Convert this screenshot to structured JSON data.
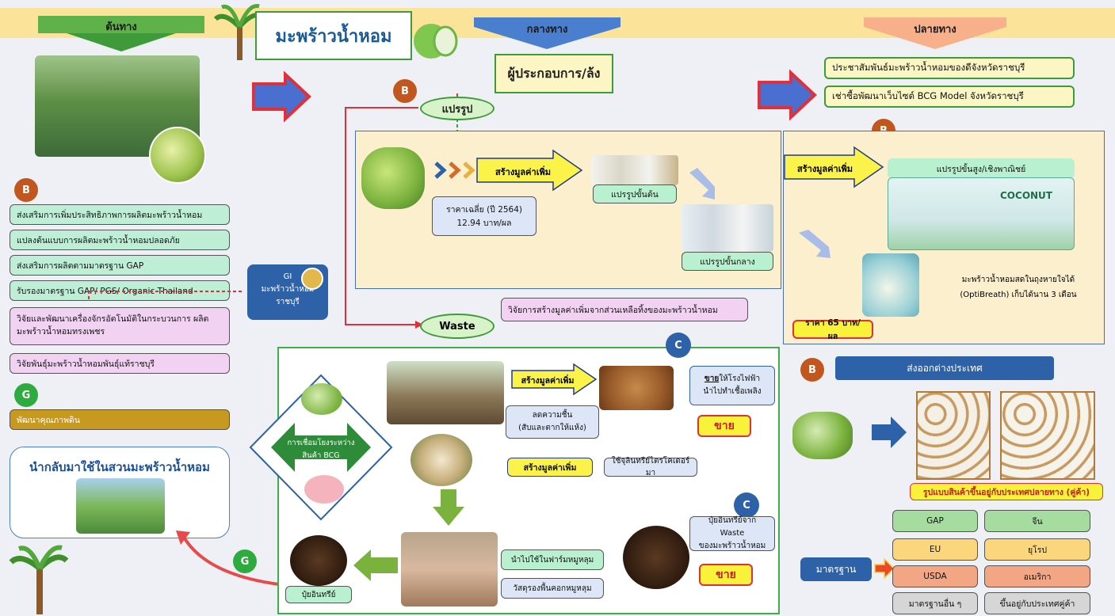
{
  "header": {
    "upstream": "ต้นทาง",
    "midstream": "กลางทาง",
    "downstream": "ปลายทาง",
    "title": "มะพร้าวน้ำหอม"
  },
  "upstream": {
    "badge_b": "B",
    "items": [
      "ส่งเสริมการเพิ่มประสิทธิภาพการผลิตมะพร้าวน้ำหอม",
      "แปลงต้นแบบการผลิตมะพร้าวน้ำหอมปลอดภัย",
      "ส่งเสริมการผลิตตามมาตรฐาน GAP",
      "รับรองมาตรฐาน GAP/ PGS/ Organic Thailand",
      "วิจัยและพัฒนาเครื่องจักรอัตโนมัติในกระบวนการ ผลิตมะพร้าวน้ำหอมทรงเพชร",
      "วิจัยพันธุ์มะพร้าวน้ำหอมพันธุ์แท้ราชบุรี"
    ],
    "badge_g": "G",
    "soil": "พัฒนาคุณภาพดิน",
    "reuse_title": "นำกลับมาใช้ในสวนมะพร้าวน้ำหอม",
    "gi_line1": "GI",
    "gi_line2": "มะพร้าวน้ำหอม",
    "gi_line3": "ราชบุรี"
  },
  "midstream": {
    "operator": "ผู้ประกอบการ/ล้ง",
    "badge_b": "B",
    "process": "แปรรูป",
    "value_add": "สร้างมูลค่าเพิ่ม",
    "price_line1": "ราคาเฉลี่ย (ปี 2564)",
    "price_line2": "12.94 บาท/ผล",
    "primary": "แปรรูปขั้นต้น",
    "intermediate": "แปรรูปขั้นกลาง",
    "waste_research": "วิจัยการสร้างมูลค่าเพิ่มจากส่วนเหลือทิ้งของมะพร้าวน้ำหอม",
    "waste": "Waste"
  },
  "downstream": {
    "pr": "ประชาสัมพันธ์มะพร้าวน้ำหอมของดีจังหวัดราชบุรี",
    "web": "เช่าซื้อพัฒนาเว็บไซต์ BCG Model จังหวัดราชบุรี",
    "badge_b": "B",
    "value_add": "สร้างมูลค่าเพิ่ม",
    "advanced": "แปรรูปขั้นสูง/เชิงพาณิชย์",
    "brand": "COCONUT",
    "fresh_line1": "มะพร้าวน้ำหอมสดในถุงหายใจได้",
    "fresh_line2": "(OptiBreath) เก็บได้นาน 3 เดือน",
    "price": "ราคา 65 บาท/ผล",
    "export_badge": "B",
    "export": "ส่งออกต่างประเทศ",
    "export_note": "รูปแบบสินค้าขึ้นอยู่กับประเทศปลายทาง (คู่ค้า)",
    "standard": "มาตรฐาน",
    "standards": [
      {
        "std": "GAP",
        "market": "จีน"
      },
      {
        "std": "EU",
        "market": "ยุโรป"
      },
      {
        "std": "USDA",
        "market": "อเมริกา"
      },
      {
        "std": "มาตรฐานอื่น ๆ",
        "market": "ขึ้นอยู่กับประเทศคู่ค้า"
      }
    ]
  },
  "circular": {
    "badge_c": "C",
    "badge_c2": "C",
    "badge_g": "G",
    "bcg_link": "การเชื่อมโยงระหว่างสินค้า BCG",
    "value_add_1": "สร้างมูลค่าเพิ่ม",
    "sell_line1": "ขาย",
    "sell_line2": "ให้โรงไฟฟ้า",
    "sell_line3": "นำไปทำเชื้อเพลิง",
    "sell_tag": "ขาย",
    "dry_line1": "ลดความชื้น",
    "dry_line2": "(สับและตากให้แห้ง)",
    "value_add_2": "สร้างมูลค่าเพิ่ม",
    "bio": "ใช้จุลินทรีย์ไตรโคเดอร์มา",
    "compost_line1": "ปุ๋ยอินทรีย์จาก Waste",
    "compost_line2": "ของมะพร้าวน้ำหอม",
    "sell_tag2": "ขาย",
    "pig_line1": "นำไปใช้ในฟาร์มหมูหลุม",
    "pig_line2": "วัสดุรองพื้นคอกหมูหลุม",
    "fertilizer": "ปุ๋ยอินทรีย์"
  },
  "colors": {
    "green_arrow": "#3f9b3a",
    "blue_arrow": "#4a7fd0",
    "orange_arrow": "#f8b08a",
    "red_arrow": "#e0313a",
    "badge_b": "#c1561f",
    "badge_g": "#2eab3f",
    "badge_c": "#2d61a8",
    "yellow_panel": "#fcefcd"
  }
}
